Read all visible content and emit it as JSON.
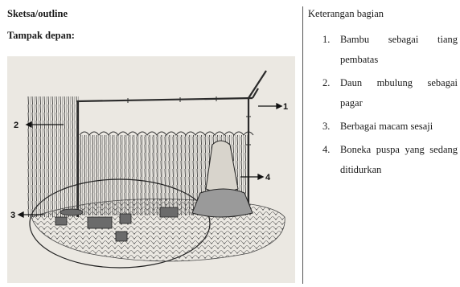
{
  "heading_outline": "Sketsa/outline",
  "heading_view": "Tampak depan:",
  "legend": {
    "title": "Keterangan bagian",
    "items": [
      {
        "num": "1.",
        "text": "Bambu sebagai tiang pembatas"
      },
      {
        "num": "2.",
        "text": "Daun mbulung sebagai pagar"
      },
      {
        "num": "3.",
        "text": "Berbagai macam sesaji"
      },
      {
        "num": "4.",
        "text": "Boneka puspa yang sedang ditidurkan"
      }
    ]
  },
  "callouts": [
    "1",
    "2",
    "3",
    "4"
  ]
}
